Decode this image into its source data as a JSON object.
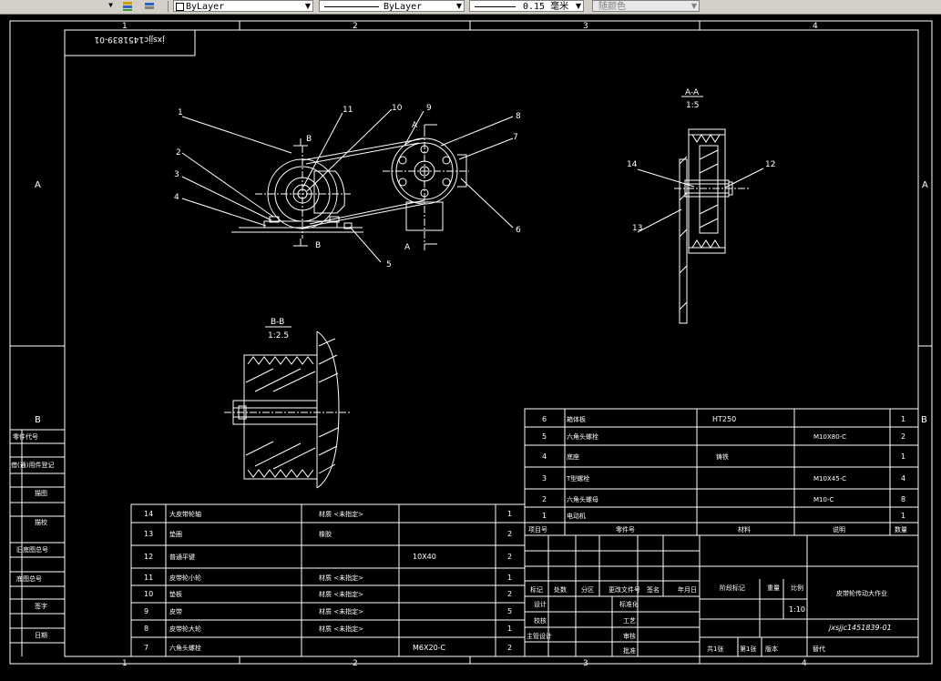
{
  "toolbar": {
    "layer_value": "ByLayer",
    "linetype_value": "ByLayer",
    "lineweight_value": "0.15 毫米",
    "color_value": "随颜色"
  },
  "drawing": {
    "zone_cols": [
      "1",
      "2",
      "3",
      "4"
    ],
    "zone_rows": [
      "A",
      "B"
    ],
    "stamp": "jxsjjc1451839-01",
    "section_aa_title": "A-A",
    "section_aa_scale": "1:5",
    "section_bb_title": "B-B",
    "section_bb_scale": "1:2.5",
    "cut_a": "A",
    "cut_b": "B",
    "balloons": [
      "1",
      "2",
      "3",
      "4",
      "5",
      "6",
      "7",
      "8",
      "9",
      "10",
      "11",
      "12",
      "13",
      "14"
    ],
    "side_labels": [
      "零件代号",
      "借(通)用件登记",
      "描图",
      "描校",
      "旧底图总号",
      "底图总号",
      "签字",
      "日期"
    ]
  },
  "bom_upper": [
    {
      "no": "6",
      "name": "箱体板",
      "code": "HT250",
      "spec": "",
      "qty": "1"
    },
    {
      "no": "5",
      "name": "六角头螺栓",
      "code": "",
      "spec": "M10X80-C",
      "qty": "2"
    },
    {
      "no": "4",
      "name": "底座",
      "code": "",
      "spec": "铸铁",
      "qty": "1"
    },
    {
      "no": "3",
      "name": "T型螺栓",
      "code": "",
      "spec": "M10X45-C",
      "qty": "4"
    },
    {
      "no": "2",
      "name": "六角头螺母",
      "code": "",
      "spec": "M10-C",
      "qty": "8"
    },
    {
      "no": "1",
      "name": "电动机",
      "code": "",
      "spec": "",
      "qty": "1"
    }
  ],
  "bom_header": {
    "no": "项目号",
    "name": "零件号",
    "material": "材料",
    "note": "说明",
    "qty": "数量"
  },
  "bom_lower": [
    {
      "no": "14",
      "name": "大皮带轮轴",
      "material": "材质 <未指定>",
      "spec": "",
      "qty": "1"
    },
    {
      "no": "13",
      "name": "垫圈",
      "material": "橡胶",
      "spec": "",
      "qty": "2"
    },
    {
      "no": "12",
      "name": "普通平键",
      "material": "",
      "spec": "10X40",
      "qty": "2"
    },
    {
      "no": "11",
      "name": "皮带轮小轮",
      "material": "材质 <未指定>",
      "spec": "",
      "qty": "1"
    },
    {
      "no": "10",
      "name": "垫板",
      "material": "材质 <未指定>",
      "spec": "",
      "qty": "2"
    },
    {
      "no": "9",
      "name": "皮带",
      "material": "材质 <未指定>",
      "spec": "",
      "qty": "5"
    },
    {
      "no": "8",
      "name": "皮带轮大轮",
      "material": "材质 <未指定>",
      "spec": "",
      "qty": "1"
    },
    {
      "no": "7",
      "name": "六角头螺栓",
      "material": "",
      "spec": "M6X20-C",
      "qty": "2"
    }
  ],
  "title_block": {
    "headers": [
      "标记",
      "处数",
      "分区",
      "更改文件号",
      "签名",
      "年月日"
    ],
    "rows": [
      "设计",
      "校核",
      "主管设计"
    ],
    "std": [
      "标准化",
      "工艺",
      "审核",
      "批准"
    ],
    "stage_label": "阶段标记",
    "weight_label": "重量",
    "scale_label": "比例",
    "scale_value": "1:10",
    "drawing_name": "皮带轮传动大作业",
    "drawing_no": "jxsjjc1451839-01",
    "sheet_total": "共1张",
    "sheet_no": "第1张",
    "version": "版本",
    "replaces": "替代"
  }
}
